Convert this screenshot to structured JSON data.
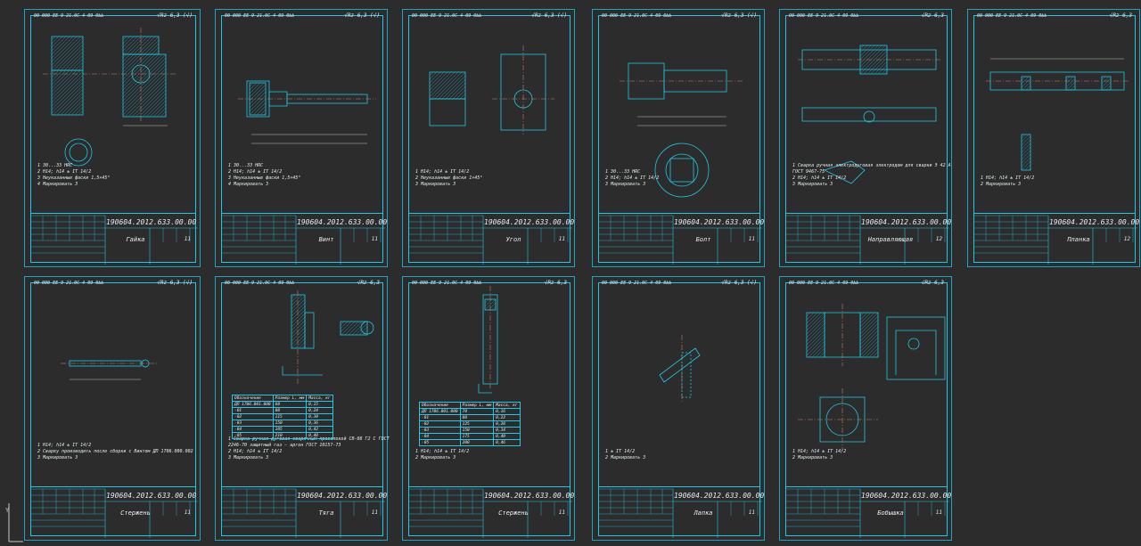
{
  "sheets": [
    {
      "code": "00 000 ЕЕ 9 21.0С 4 09 0ЬЬ",
      "rough": "√Rz 6,3 (√)",
      "number": "190604.2012.633.00.00",
      "name": "Гайка",
      "scale": "11",
      "notes": [
        "1 30...33 HRC",
        "2 H14; h14 ± IT 14/2",
        "3 Неуказанные фаски 1,5×45°",
        "4 Маркировать 3"
      ]
    },
    {
      "code": "00 000 ЕЕ 9 21.0С 4 09 0ЬЬ",
      "rough": "√Rz 6,3 (√)",
      "number": "190604.2012.633.00.00",
      "name": "Винт",
      "scale": "11",
      "notes": [
        "1 30...33 HRC",
        "2 H14; h14 ± IT 14/2",
        "3 Неуказанные фаски 1,5×45°",
        "4 Маркировать 3"
      ]
    },
    {
      "code": "00 000 ЕЕ 9 21.0С 4 09 0ЬЬ",
      "rough": "√Rz 6,3 (√)",
      "number": "190604.2012.633.00.00",
      "name": "Угол",
      "scale": "11",
      "notes": [
        "1 H14; h14 ± IT 14/2",
        "2 Неуказанные фаски 1×45°",
        "3 Маркировать 3"
      ]
    },
    {
      "code": "00 000 ЕЕ 9 21.0С 4 09 0ЬЬ",
      "rough": "√Rz 6,3 (√)",
      "number": "190604.2012.633.00.00",
      "name": "Болт",
      "scale": "11",
      "notes": [
        "1 30...33 HRC",
        "2 H14; h14 ± IT 14/2",
        "3 Маркировать 3"
      ]
    },
    {
      "code": "00 000 ЕЕ 9 21.0С 4 09 0ЬЬ",
      "rough": "√Rz 6,3",
      "number": "190604.2012.633.00.00",
      "name": "Направляющая",
      "scale": "12",
      "notes": [
        "1 Сварка ручная электродуговая электродом для сварки Э 42 А",
        "ГОСТ 9467-75",
        "2 H14; h14 ± IT 14/2",
        "3 Маркировать 3"
      ]
    },
    {
      "code": "00 000 ЕЕ 9 21.0С 4 09 0ЬЬ",
      "rough": "√Rz 6,3",
      "number": "190604.2012.633.00.00",
      "name": "Планка",
      "scale": "12",
      "notes": [
        "1 H14; h14 ± IT 14/2",
        "2 Маркировать 3"
      ]
    },
    {
      "code": "00 000 ЕЕ 9 21.0С 4 09 0ЬЬ",
      "rough": "√Rz 6,3 (√)",
      "number": "190604.2012.633.00.00",
      "name": "Стержень",
      "scale": "11",
      "notes": [
        "1 H14; h14 ± IT 14/2",
        "2 Сварку производить после сборки с Винтом ДП 1706.000.002",
        "3 Маркировать 3"
      ]
    },
    {
      "code": "00 000 ЕЕ 9 21.0С 4 09 0ЬЬ",
      "rough": "√Rz 6,3",
      "number": "190604.2012.633.00.00",
      "name": "Тяга",
      "scale": "11",
      "notes": [
        "1 Сварка ручная-дуговая сварочным проволокой СВ-08 Г2 С ГОСТ",
        "2246-70 защитный газ – аргон ГОСТ 10157-73",
        "2 H14; h14 ± IT 14/2",
        "3 Маркировать 3"
      ]
    },
    {
      "code": "00 000 ЕЕ 9 21.0С 4 09 0ЬЬ",
      "rough": "√Rz 6,3",
      "number": "190604.2012.633.00.00",
      "name": "Стержень",
      "scale": "11",
      "notes": [
        "1 H14; h14 ± IT 14/2",
        "2 Маркировать 3"
      ]
    },
    {
      "code": "00 000 ЕЕ 9 21.0С 4 09 0ЬЬ",
      "rough": "√Rz 6,3 (√)",
      "number": "190604.2012.633.00.00",
      "name": "Лапка",
      "scale": "11",
      "notes": [
        "1 ± IT 14/2",
        "2 Маркировать 3"
      ]
    },
    {
      "code": "00 000 ЕЕ 9 21.0С 4 09 0ЬЬ",
      "rough": "√Rz 6,3",
      "number": "190604.2012.633.00.00",
      "name": "Бобышка",
      "scale": "11",
      "notes": [
        "1 H14; h14 ± IT 14/2",
        "2 Маркировать 3"
      ]
    }
  ],
  "table_tyaga": {
    "headers": [
      "Обозначение",
      "Размер L, мм",
      "Масса, кг"
    ],
    "rows": [
      [
        "ДП 1706.001.000",
        "60",
        "0,15"
      ],
      [
        "-01",
        "80",
        "0,24"
      ],
      [
        "-02",
        "115",
        "0,30"
      ],
      [
        "-03",
        "150",
        "0,36"
      ],
      [
        "-04",
        "185",
        "0,42"
      ],
      [
        "-05",
        "210",
        "0,48"
      ]
    ]
  },
  "table_sterzhen": {
    "headers": [
      "Обозначение",
      "Размер L, мм",
      "Масса, кг"
    ],
    "rows": [
      [
        "ДП 1706.001.000",
        "70",
        "0,16"
      ],
      [
        "-01",
        "80",
        "0,22"
      ],
      [
        "-02",
        "125",
        "0,28"
      ],
      [
        "-03",
        "150",
        "0,34"
      ],
      [
        "-04",
        "175",
        "0,40"
      ],
      [
        "-05",
        "200",
        "0,46"
      ]
    ]
  },
  "axis_label": "Y"
}
